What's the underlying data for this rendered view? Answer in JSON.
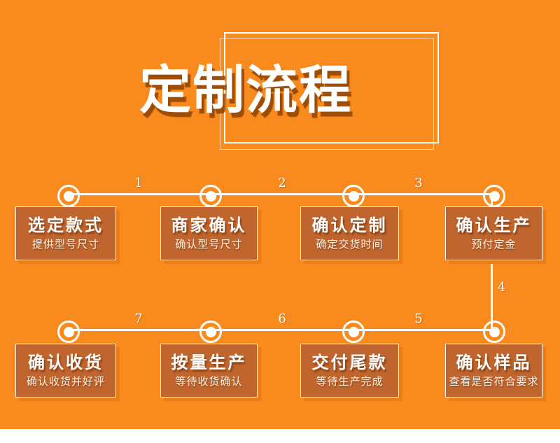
{
  "header": {
    "title": "定制流程"
  },
  "flow": {
    "numbers": {
      "top": [
        "1",
        "2",
        "3"
      ],
      "vertical": "4",
      "bottom": [
        "7",
        "6",
        "5"
      ]
    },
    "steps_top": [
      {
        "title": "选定款式",
        "subtitle": "提供型号尺寸"
      },
      {
        "title": "商家确认",
        "subtitle": "确认型号尺寸"
      },
      {
        "title": "确认定制",
        "subtitle": "确定交货时间"
      },
      {
        "title": "确认生产",
        "subtitle": "预付定金"
      }
    ],
    "steps_bottom": [
      {
        "title": "确认收货",
        "subtitle": "确认收货并好评"
      },
      {
        "title": "按量生产",
        "subtitle": "等待收货确认"
      },
      {
        "title": "交付尾款",
        "subtitle": "等待生产完成"
      },
      {
        "title": "确认样品",
        "subtitle": "查看是否符合要求"
      }
    ]
  },
  "colors": {
    "background": "#f98a1e",
    "box_fill": "#c1652e",
    "box_shadow": "#e87e15",
    "text": "#ffffff",
    "title_shadow": "#8d4202"
  }
}
